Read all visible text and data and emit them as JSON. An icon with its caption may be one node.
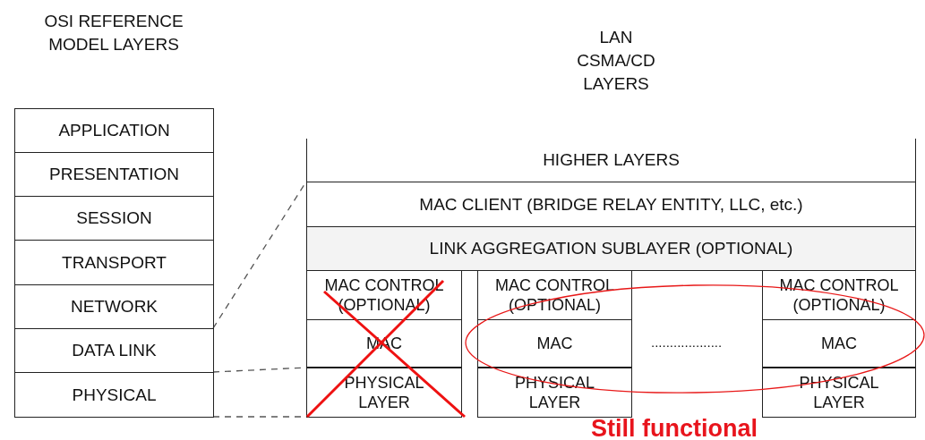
{
  "diagram": {
    "nodes": [
      {
        "text": [
          "APPLICATION"
        ]
      },
      {
        "text": [
          "PRESENTATION"
        ]
      },
      {
        "text": [
          "SESSION"
        ]
      },
      {
        "text": [
          "TRANSPORT"
        ]
      },
      {
        "text": [
          "NETWORK"
        ]
      },
      {
        "text": [
          "DATA LINK"
        ]
      },
      {
        "text": [
          "PHYSICAL"
        ]
      },
      {
        "text": [
          "HIGHER LAYERS"
        ]
      },
      {
        "text": [
          "MAC CLIENT (BRIDGE RELAY ENTITY, LLC, etc.)"
        ]
      },
      {
        "text": [
          "LINK AGGREGATION SUBLAYER (OPTIONAL)"
        ]
      },
      {
        "text": [
          "MAC CONTROL (OPTIONAL)"
        ]
      },
      {
        "text": [
          "MAC"
        ]
      },
      {
        "text": [
          "PHYSICAL LAYER"
        ]
      },
      {
        "text": [
          "MAC CONTROL (OPTIONAL)"
        ]
      },
      {
        "text": [
          "MAC"
        ]
      },
      {
        "text": [
          "PHYSICAL LAYER"
        ]
      },
      {
        "text": [
          "MAC CONTROL (OPTIONAL)"
        ]
      },
      {
        "text": [
          "MAC"
        ]
      },
      {
        "text": [
          "PHYSICAL LAYER"
        ]
      }
    ],
    "edges": [
      {
        "from": 4,
        "to": 8,
        "arrow": "none",
        "style": "dashed"
      },
      {
        "from": 5,
        "to": 11,
        "arrow": "none",
        "style": "dashed"
      },
      {
        "from": 6,
        "to": 12,
        "arrow": "none",
        "style": "dashed"
      }
    ],
    "labels": [
      "OSI REFERENCE MODEL LAYERS",
      "LAN CSMA/CD LAYERS",
      "...................",
      "Still functional"
    ]
  }
}
